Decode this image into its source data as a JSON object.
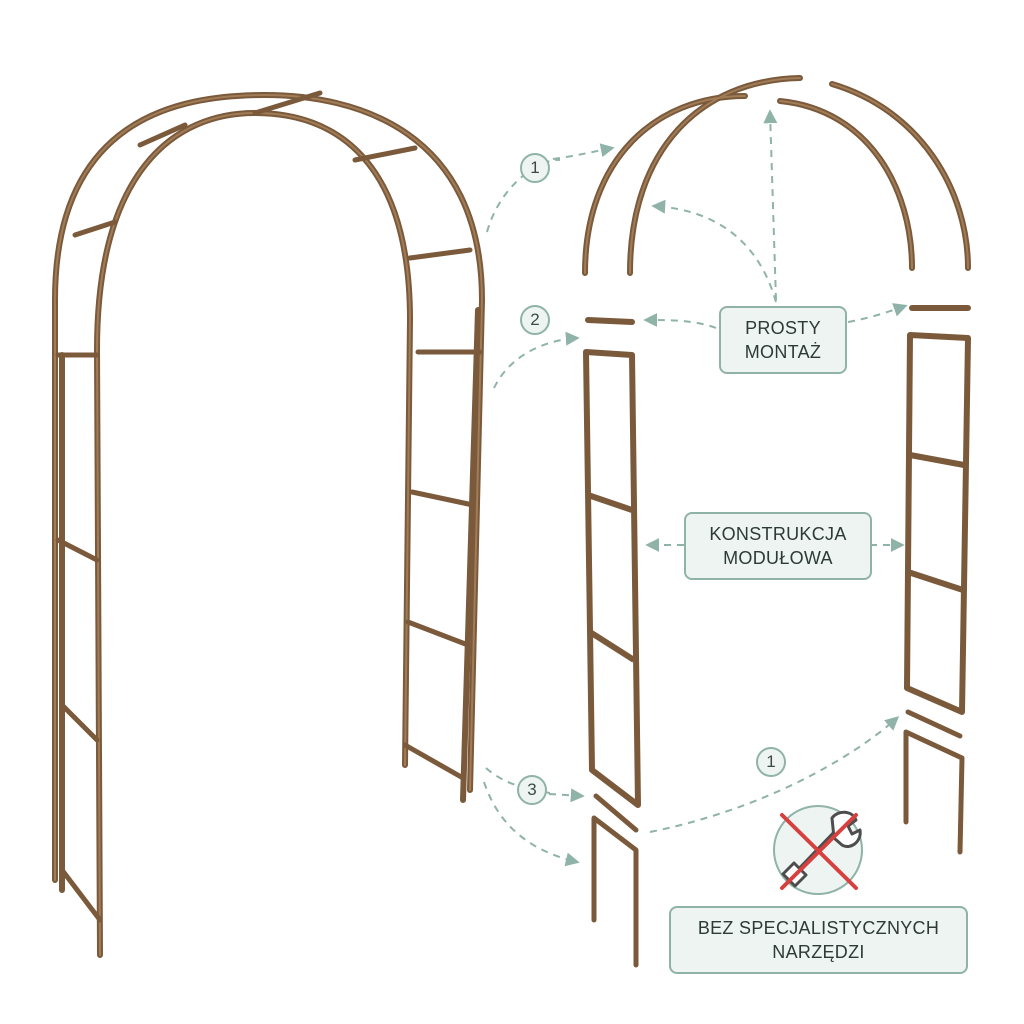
{
  "labels": {
    "simple_assembly": [
      "PROSTY",
      "MONTAŻ"
    ],
    "modular_construction": [
      "KONSTRUKCJA",
      "MODUŁOWA"
    ],
    "no_special_tools": [
      "BEZ SPECJALISTYCZNYCH",
      "NARZĘDZI"
    ]
  },
  "steps": {
    "step_top": "1",
    "step_middle": "2",
    "step_bottom": "3",
    "step_stake": "1"
  },
  "colors": {
    "wood": "#7b5a3c",
    "wood_light": "#a07c57",
    "arrow": "#8fb3a8",
    "badge_border": "#8fb3a8",
    "badge_fill": "#eef4f1",
    "no_sign_red": "#d6403e",
    "wrench": "#4d4d4d"
  },
  "icons": [
    "wrench-icon",
    "no-tools-prohibition-icon"
  ]
}
